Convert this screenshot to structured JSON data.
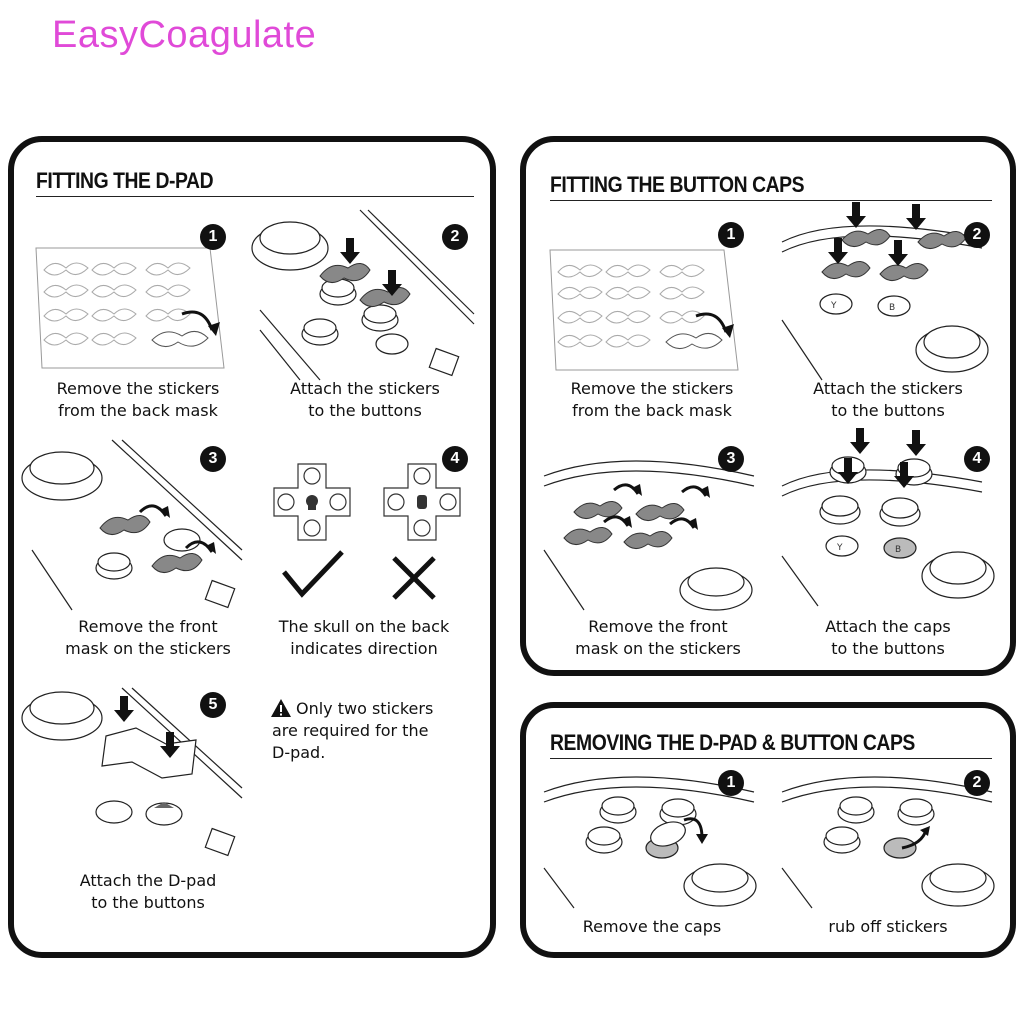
{
  "brand": "EasyCoagulate",
  "dpad_panel": {
    "title": "FITTING THE D-PAD",
    "steps": [
      {
        "num": "1",
        "line1": "Remove the stickers",
        "line2": "from the back mask"
      },
      {
        "num": "2",
        "line1": "Attach the stickers",
        "line2": "to the buttons"
      },
      {
        "num": "3",
        "line1": "Remove the front",
        "line2": "mask on the stickers"
      },
      {
        "num": "4",
        "line1": "The skull on the back",
        "line2": "indicates direction"
      },
      {
        "num": "5",
        "line1": "Attach the D-pad",
        "line2": "to the buttons"
      }
    ],
    "note": {
      "line1": "Only two stickers",
      "line2": "are required for the",
      "line3": "D-pad."
    }
  },
  "caps_panel": {
    "title": "FITTING THE BUTTON CAPS",
    "steps": [
      {
        "num": "1",
        "line1": "Remove the stickers",
        "line2": "from the back mask"
      },
      {
        "num": "2",
        "line1": "Attach the stickers",
        "line2": "to the buttons"
      },
      {
        "num": "3",
        "line1": "Remove the front",
        "line2": "mask on the stickers"
      },
      {
        "num": "4",
        "line1": "Attach the caps",
        "line2": "to the buttons"
      }
    ]
  },
  "removing_panel": {
    "title": "REMOVING THE D-PAD & BUTTON CAPS",
    "steps": [
      {
        "num": "1",
        "line1": "Remove the caps"
      },
      {
        "num": "2",
        "line1": "rub off stickers"
      }
    ]
  },
  "icons": [
    "arrow-down-icon",
    "curved-arrow-icon",
    "checkmark-icon",
    "cross-icon",
    "warning-icon",
    "skull-icon"
  ]
}
